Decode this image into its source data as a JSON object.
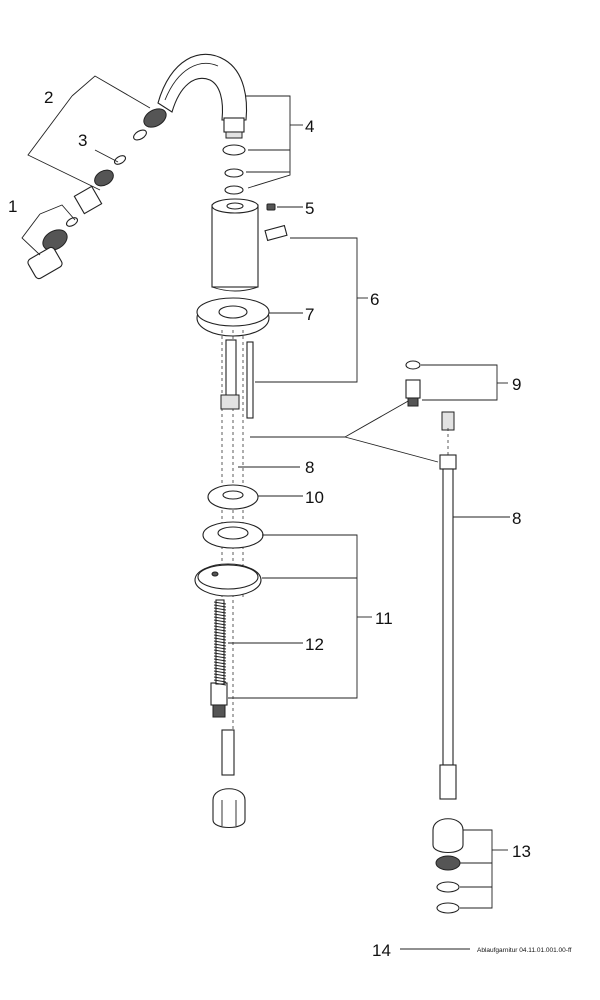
{
  "callouts": {
    "c1": "1",
    "c2": "2",
    "c3": "3",
    "c4": "4",
    "c5": "5",
    "c6": "6",
    "c7": "7",
    "c8a": "8",
    "c8b": "8",
    "c9": "9",
    "c10": "10",
    "c11": "11",
    "c12": "12",
    "c13": "13",
    "c14": "14"
  },
  "footer_note": "Ablaufgarnitur 04.11.01.001.00-ff"
}
